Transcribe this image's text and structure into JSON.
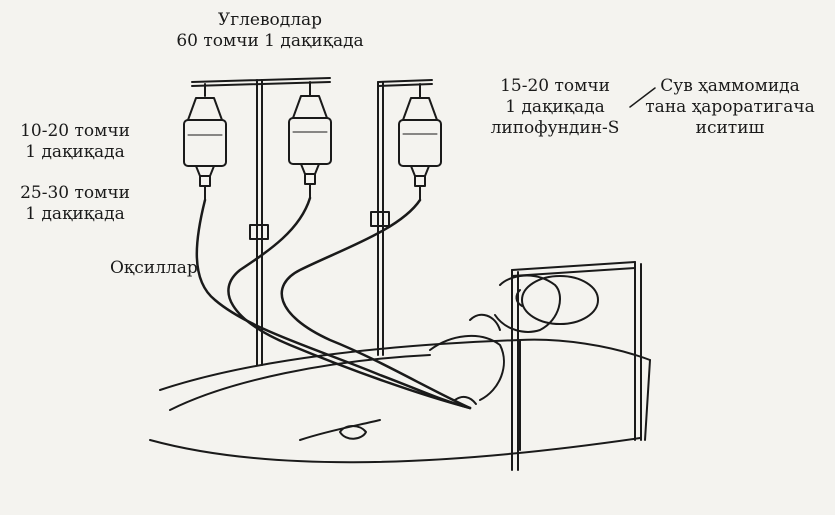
{
  "labels": {
    "carbs_title": "Углеводлар",
    "carbs_rate": "60 томчи 1 дақиқада",
    "left_rate1_line1": "10-20 томчи",
    "left_rate1_line2": "1 дақиқада",
    "left_rate2_line1": "25-30 томчи",
    "left_rate2_line2": "1 дақиқада",
    "proteins": "Оқсиллар",
    "lipo_line1": "15-20 томчи",
    "lipo_line2": "1 дақиқада",
    "lipo_line3": "липофундин-S",
    "warm_line1": "Сув ҳаммомида",
    "warm_line2": "тана ҳароратигача",
    "warm_line3": "иситиш"
  }
}
